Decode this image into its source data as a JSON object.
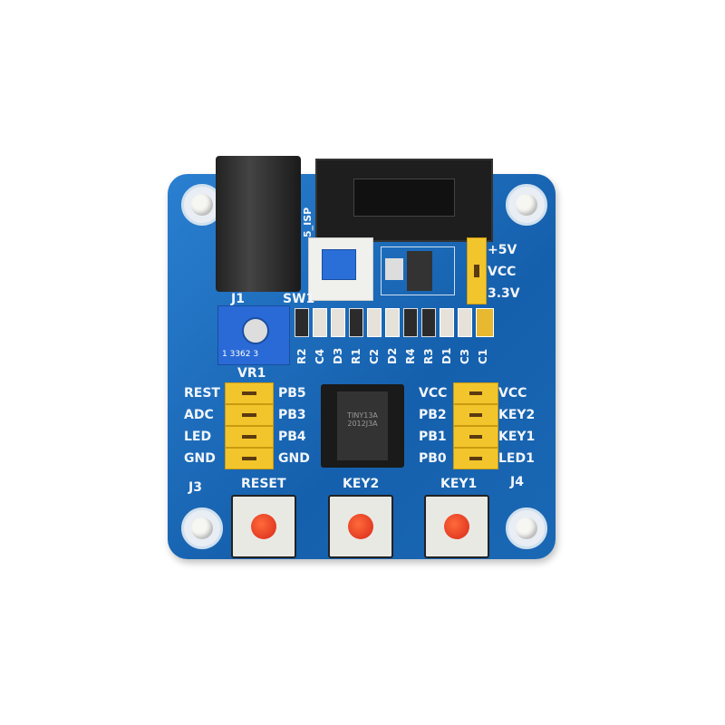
{
  "board": {
    "color": "#1a68b5",
    "silkscreen": "#f2f6fa"
  },
  "top": {
    "j1": "J1",
    "sw1": "SW1",
    "isp": "5_ISP",
    "vr1": "VR1",
    "pot_marking": "1 3362 3"
  },
  "power_jumper": {
    "labels": [
      "+5V",
      "VCC",
      "3.3V"
    ]
  },
  "smd_labels": [
    "R2",
    "C4",
    "D3",
    "R1",
    "C2",
    "D2",
    "R4",
    "R3",
    "D1",
    "C3",
    "C1"
  ],
  "left_header": {
    "outer": [
      "REST",
      "ADC",
      "LED",
      "GND"
    ],
    "inner": [
      "PB5",
      "PB3",
      "PB4",
      "GND"
    ],
    "name": "J3"
  },
  "right_header": {
    "inner": [
      "VCC",
      "PB2",
      "PB1",
      "PB0"
    ],
    "outer": [
      "VCC",
      "KEY2",
      "KEY1",
      "LED1"
    ],
    "name": "J4"
  },
  "chip": {
    "marking": "TINY13A 2012J3A"
  },
  "buttons": [
    {
      "label": "RESET"
    },
    {
      "label": "KEY2"
    },
    {
      "label": "KEY1"
    }
  ]
}
